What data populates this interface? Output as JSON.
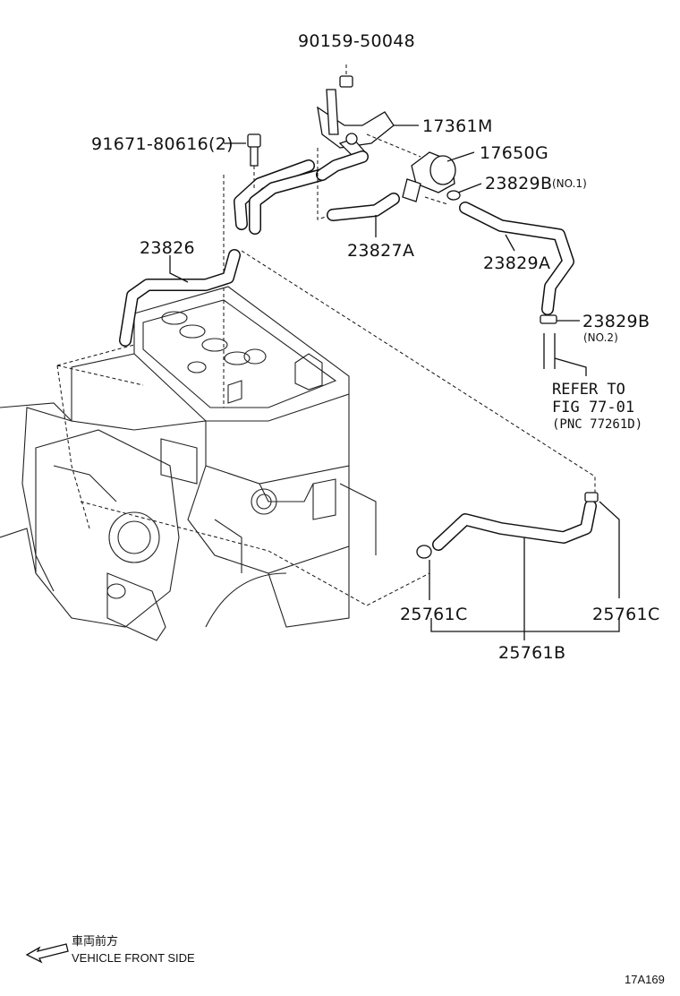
{
  "diagram_code": "17A169",
  "front_label_jp": "車両前方",
  "front_label_en": "VEHICLE FRONT SIDE",
  "front_icon": "arrow-left-icon",
  "callouts": [
    {
      "id": "c1",
      "text": "90159-50048"
    },
    {
      "id": "c2",
      "text": "17361M"
    },
    {
      "id": "c3",
      "text": "91671-80616(2)"
    },
    {
      "id": "c4",
      "text": "17650G"
    },
    {
      "id": "c5",
      "text": "23829B"
    },
    {
      "id": "c6",
      "text": "23826"
    },
    {
      "id": "c7",
      "text": "23827A"
    },
    {
      "id": "c8",
      "text": "23829A"
    },
    {
      "id": "c9",
      "text": "23829B"
    },
    {
      "id": "c10",
      "text": "25761C"
    },
    {
      "id": "c11",
      "text": "25761C"
    },
    {
      "id": "c12",
      "text": "25761B"
    }
  ],
  "sub_labels": {
    "no1": "(NO.1)",
    "no2": "(NO.2)"
  },
  "refer_note": {
    "line1": "REFER TO",
    "line2": "FIG 77-01",
    "line3": "(PNC 77261D)"
  }
}
